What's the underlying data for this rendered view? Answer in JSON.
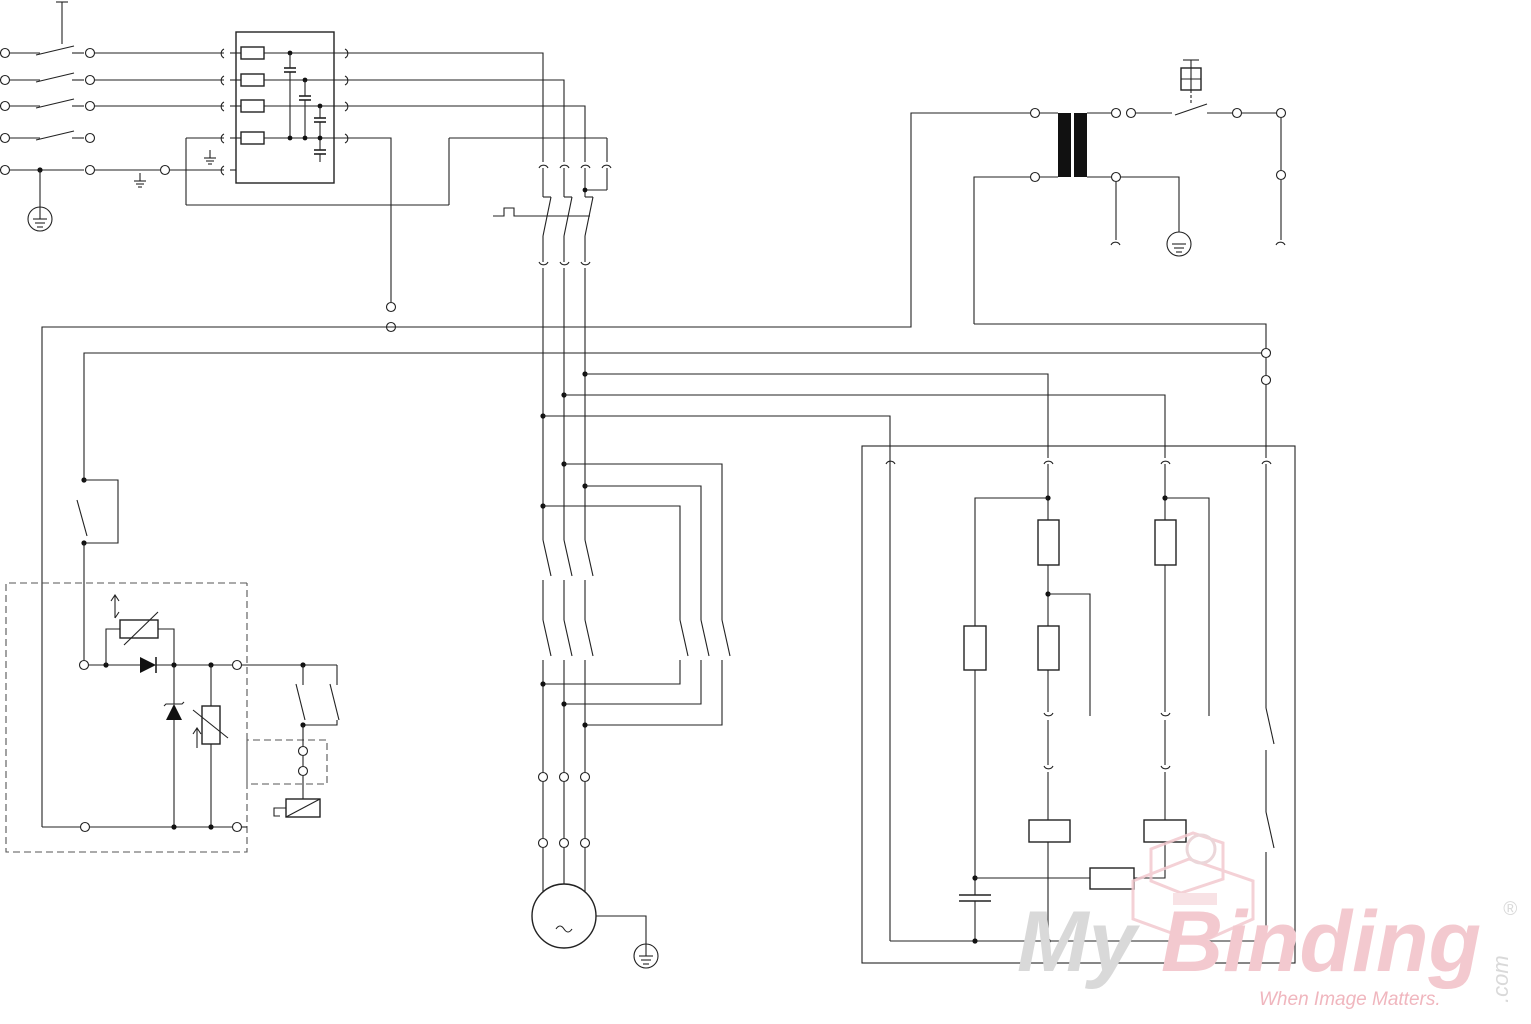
{
  "logo": {
    "brand_light": "My",
    "brand_bold": "Binding",
    "suffix": ".com",
    "registered": "®",
    "tagline": "When Image Matters.",
    "colors": {
      "light": "#d9d9d9",
      "bold": "#f3c9cf",
      "tagline": "#f0b6be"
    }
  },
  "diagram": {
    "line_color": "#222222",
    "enclosure_dash_color": "#555555",
    "symbols": [
      "ac-generator-symbol",
      "isolation-transformer-symbol",
      "earth-ground-symbol",
      "chassis-ground-symbol",
      "rectifier-diode-symbol",
      "zener-diode-symbol",
      "variable-resistor-symbol",
      "relay-coil-symbol",
      "capacitor-symbol",
      "pulse-signal-symbol",
      "emergency-stop-button-symbol"
    ]
  }
}
